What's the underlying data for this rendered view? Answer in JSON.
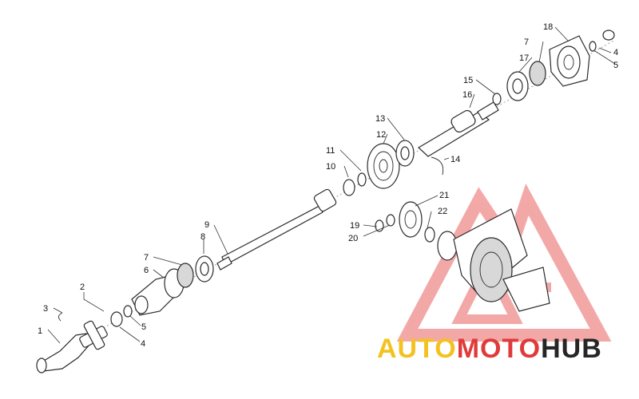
{
  "diagram": {
    "callouts": [
      {
        "id": "c1",
        "label": "1"
      },
      {
        "id": "c2",
        "label": "2"
      },
      {
        "id": "c3",
        "label": "3"
      },
      {
        "id": "c4a",
        "label": "4"
      },
      {
        "id": "c5a",
        "label": "5"
      },
      {
        "id": "c6",
        "label": "6"
      },
      {
        "id": "c7a",
        "label": "7"
      },
      {
        "id": "c8",
        "label": "8"
      },
      {
        "id": "c9",
        "label": "9"
      },
      {
        "id": "c10",
        "label": "10"
      },
      {
        "id": "c11",
        "label": "11"
      },
      {
        "id": "c12",
        "label": "12"
      },
      {
        "id": "c13",
        "label": "13"
      },
      {
        "id": "c14",
        "label": "14"
      },
      {
        "id": "c15",
        "label": "15"
      },
      {
        "id": "c16",
        "label": "16"
      },
      {
        "id": "c17",
        "label": "17"
      },
      {
        "id": "c7b",
        "label": "7"
      },
      {
        "id": "c18",
        "label": "18"
      },
      {
        "id": "c4b",
        "label": "4"
      },
      {
        "id": "c5b",
        "label": "5"
      },
      {
        "id": "c19",
        "label": "19"
      },
      {
        "id": "c20",
        "label": "20"
      },
      {
        "id": "c21",
        "label": "21"
      },
      {
        "id": "c22",
        "label": "22"
      }
    ]
  },
  "watermark": {
    "part1": "AUTO",
    "part2": "MOTO",
    "part3": "HUB",
    "color_auto": "#f4c21f",
    "color_moto": "#e13a3a",
    "color_hub": "#262626",
    "triangle_color": "#f08c8c"
  }
}
